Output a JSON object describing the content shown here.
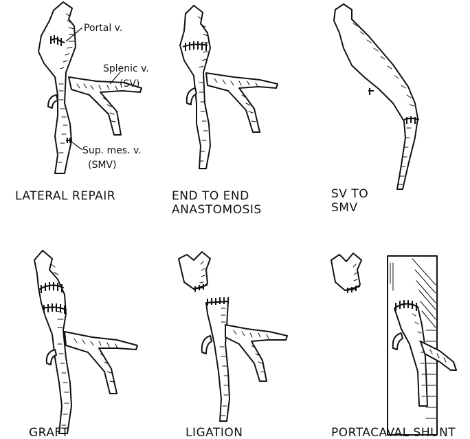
{
  "panels": [
    {
      "id": "lateral-repair",
      "caption_lines": [
        "LATERAL REPAIR"
      ]
    },
    {
      "id": "end-to-end",
      "caption_lines": [
        "END TO END",
        "ANASTOMOSIS"
      ]
    },
    {
      "id": "sv-to-smv",
      "caption_lines": [
        "SV TO",
        "SMV"
      ]
    },
    {
      "id": "graft",
      "caption_lines": [
        "GRAFT"
      ]
    },
    {
      "id": "ligation",
      "caption_lines": [
        "LIGATION"
      ]
    },
    {
      "id": "portacaval-shunt",
      "caption_lines": [
        "PORTACAVAL SHUNT"
      ]
    }
  ],
  "labels": {
    "portal_v": "Portal v.",
    "splenic_v": "Splenic v.",
    "sv": "(SV)",
    "sup_mes_v": "Sup. mes. v.",
    "smv": "(SMV)"
  }
}
